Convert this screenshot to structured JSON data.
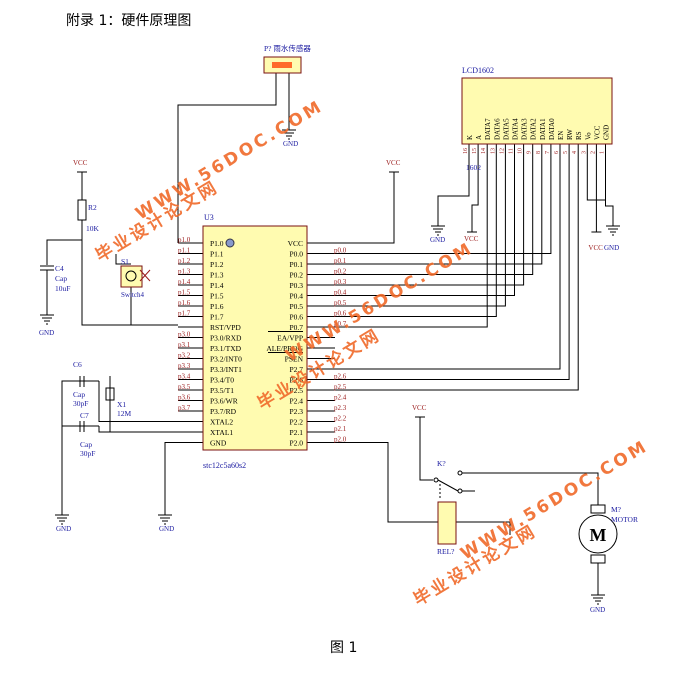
{
  "doc": {
    "heading": "附录 1：硬件原理图",
    "caption": "图 1"
  },
  "colors": {
    "wire": "#000000",
    "blue": "#1a1aa0",
    "red": "#9b1b1b",
    "chip": "#fffbb0",
    "chipStroke": "#7a1010",
    "water": "#ff6a2a"
  },
  "chip": {
    "ref": "U3",
    "part": "stc12c5a60s2",
    "left_pins": [
      "P1.0",
      "P1.1",
      "P1.2",
      "P1.3",
      "P1.4",
      "P1.5",
      "P1.6",
      "P1.7",
      "RST/VPD",
      "P3.0/RXD",
      "P3.1/TXD",
      "P3.2/INT0",
      "P3.3/INT1",
      "P3.4/T0",
      "P3.5/T1",
      "P3.6/WR",
      "P3.7/RD",
      "XTAL2",
      "XTAL1",
      "GND"
    ],
    "left_nets": [
      "p1.0",
      "p1.1",
      "p1.2",
      "p1.3",
      "p1.4",
      "p1.5",
      "p1.6",
      "p1.7",
      "",
      "p3.0",
      "p3.1",
      "p3.2",
      "p3.3",
      "p3.4",
      "p3.5",
      "p3.6",
      "p3.7",
      "",
      "",
      ""
    ],
    "right_pins": [
      "VCC",
      "P0.0",
      "P0.1",
      "P0.2",
      "P0.3",
      "P0.4",
      "P0.5",
      "P0.6",
      "P0.7",
      "EA/VPP",
      "ALE/PROG",
      "PSEN",
      "P2.7",
      "P2.6",
      "P2.5",
      "P2.4",
      "P2.3",
      "P2.2",
      "P2.1",
      "P2.0"
    ],
    "right_nets": [
      "",
      "p0.0",
      "p0.1",
      "p0.2",
      "p0.3",
      "p0.4",
      "p0.5",
      "p0.6",
      "p0.7",
      "",
      "",
      "",
      "",
      "p2.6",
      "p2.5",
      "p2.4",
      "p2.3",
      "p2.2",
      "p2.1",
      "p2.0"
    ]
  },
  "lcd": {
    "ref": "LCD1602",
    "part": "1602",
    "pins": [
      "K",
      "A",
      "DATA7",
      "DATA6",
      "DATA5",
      "DATA4",
      "DATA3",
      "DATA2",
      "DATA1",
      "DATA0",
      "EN",
      "RW",
      "RS",
      "Vo",
      "VCC",
      "GND"
    ],
    "pin_numbers": [
      "16",
      "15",
      "14",
      "13",
      "12",
      "11",
      "10",
      "9",
      "8",
      "7",
      "6",
      "5",
      "4",
      "3",
      "2",
      "1"
    ]
  },
  "sensor": {
    "ref": "P?",
    "label": "雨水传感器"
  },
  "power": {
    "vcc": "VCC",
    "gnd": "GND"
  },
  "reset": {
    "r_ref": "R2",
    "r_val": "10K",
    "c_ref": "C4",
    "c_type": "Cap",
    "c_val": "10uF",
    "sw_ref": "S1",
    "sw_type": "Switch4"
  },
  "crystal": {
    "ref": "X1",
    "val": "12M",
    "c6_ref": "C6",
    "c6_type": "Cap",
    "c6_val": "30pF",
    "c7_ref": "C7",
    "c7_type": "Cap",
    "c7_val": "30pF"
  },
  "relay": {
    "k_ref": "K?",
    "rel_ref": "REL?",
    "m_ref": "M?",
    "m_type": "MOTOR",
    "m_glyph": "M"
  },
  "watermarks": {
    "url": "WWW.56DOC.COM",
    "cn": "毕业设计论文网"
  }
}
